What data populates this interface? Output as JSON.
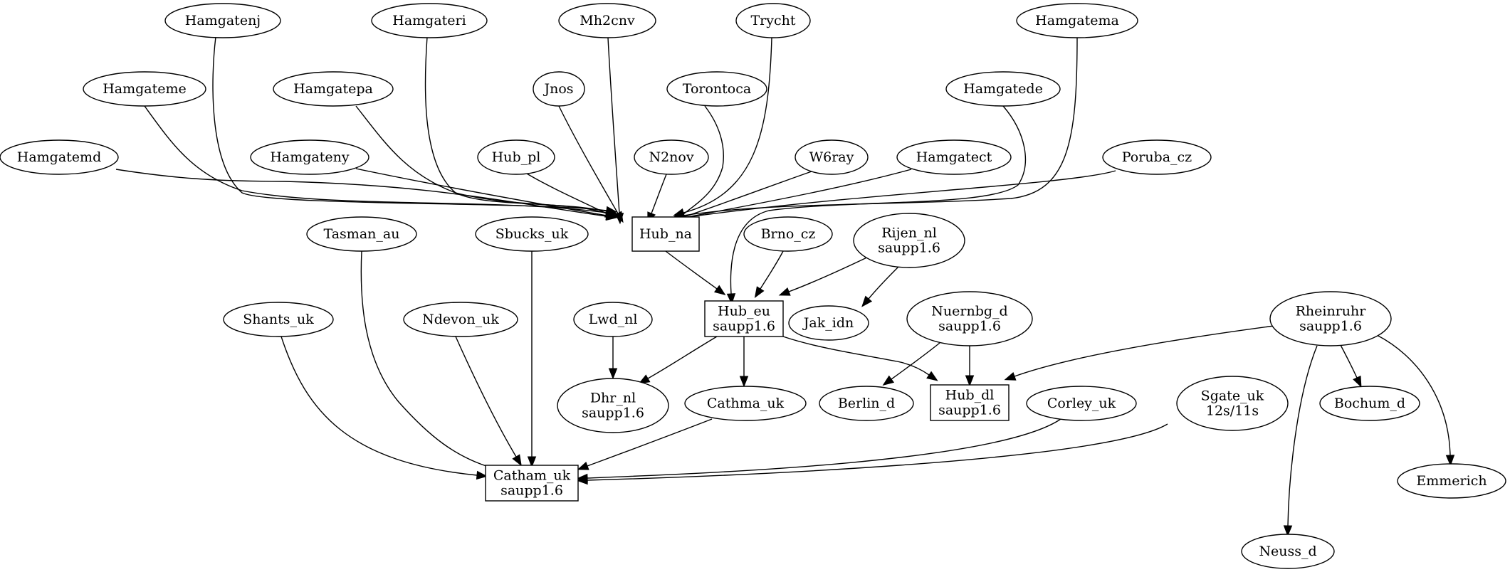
{
  "nodes": [
    {
      "id": "hamgatenj",
      "shape": "ellipse",
      "lines": [
        "Hamgatenj"
      ]
    },
    {
      "id": "hamgateri",
      "shape": "ellipse",
      "lines": [
        "Hamgateri"
      ]
    },
    {
      "id": "mh2cnv",
      "shape": "ellipse",
      "lines": [
        "Mh2cnv"
      ]
    },
    {
      "id": "trycht",
      "shape": "ellipse",
      "lines": [
        "Trycht"
      ]
    },
    {
      "id": "hamgatema",
      "shape": "ellipse",
      "lines": [
        "Hamgatema"
      ]
    },
    {
      "id": "hamgateme",
      "shape": "ellipse",
      "lines": [
        "Hamgateme"
      ]
    },
    {
      "id": "hamgatepa",
      "shape": "ellipse",
      "lines": [
        "Hamgatepa"
      ]
    },
    {
      "id": "jnos",
      "shape": "ellipse",
      "lines": [
        "Jnos"
      ]
    },
    {
      "id": "torontoca",
      "shape": "ellipse",
      "lines": [
        "Torontoca"
      ]
    },
    {
      "id": "hamgatede",
      "shape": "ellipse",
      "lines": [
        "Hamgatede"
      ]
    },
    {
      "id": "hamgatemd",
      "shape": "ellipse",
      "lines": [
        "Hamgatemd"
      ]
    },
    {
      "id": "hamgateny",
      "shape": "ellipse",
      "lines": [
        "Hamgateny"
      ]
    },
    {
      "id": "hub_pl",
      "shape": "ellipse",
      "lines": [
        "Hub_pl"
      ]
    },
    {
      "id": "n2nov",
      "shape": "ellipse",
      "lines": [
        "N2nov"
      ]
    },
    {
      "id": "w6ray",
      "shape": "ellipse",
      "lines": [
        "W6ray"
      ]
    },
    {
      "id": "hamgatect",
      "shape": "ellipse",
      "lines": [
        "Hamgatect"
      ]
    },
    {
      "id": "poruba_cz",
      "shape": "ellipse",
      "lines": [
        "Poruba_cz"
      ]
    },
    {
      "id": "hub_na",
      "shape": "box",
      "lines": [
        "Hub_na"
      ]
    },
    {
      "id": "tasman_au",
      "shape": "ellipse",
      "lines": [
        "Tasman_au"
      ]
    },
    {
      "id": "sbucks_uk",
      "shape": "ellipse",
      "lines": [
        "Sbucks_uk"
      ]
    },
    {
      "id": "brno_cz",
      "shape": "ellipse",
      "lines": [
        "Brno_cz"
      ]
    },
    {
      "id": "rijen_nl",
      "shape": "ellipse",
      "lines": [
        "Rijen_nl",
        "saupp1.6"
      ]
    },
    {
      "id": "shants_uk",
      "shape": "ellipse",
      "lines": [
        "Shants_uk"
      ]
    },
    {
      "id": "ndevon_uk",
      "shape": "ellipse",
      "lines": [
        "Ndevon_uk"
      ]
    },
    {
      "id": "lwd_nl",
      "shape": "ellipse",
      "lines": [
        "Lwd_nl"
      ]
    },
    {
      "id": "hub_eu",
      "shape": "box",
      "lines": [
        "Hub_eu",
        "saupp1.6"
      ]
    },
    {
      "id": "jak_idn",
      "shape": "ellipse",
      "lines": [
        "Jak_idn"
      ]
    },
    {
      "id": "nuernbg_d",
      "shape": "ellipse",
      "lines": [
        "Nuernbg_d",
        "saupp1.6"
      ]
    },
    {
      "id": "rheinruhr",
      "shape": "ellipse",
      "lines": [
        "Rheinruhr",
        "saupp1.6"
      ]
    },
    {
      "id": "dhr_nl",
      "shape": "ellipse",
      "lines": [
        "Dhr_nl",
        "saupp1.6"
      ]
    },
    {
      "id": "cathma_uk",
      "shape": "ellipse",
      "lines": [
        "Cathma_uk"
      ]
    },
    {
      "id": "berlin_d",
      "shape": "ellipse",
      "lines": [
        "Berlin_d"
      ]
    },
    {
      "id": "hub_dl",
      "shape": "box",
      "lines": [
        "Hub_dl",
        "saupp1.6"
      ]
    },
    {
      "id": "corley_uk",
      "shape": "ellipse",
      "lines": [
        "Corley_uk"
      ]
    },
    {
      "id": "sgate_uk",
      "shape": "ellipse",
      "lines": [
        "Sgate_uk",
        "12s/11s"
      ]
    },
    {
      "id": "bochum_d",
      "shape": "ellipse",
      "lines": [
        "Bochum_d"
      ]
    },
    {
      "id": "emmerich",
      "shape": "ellipse",
      "lines": [
        "Emmerich"
      ]
    },
    {
      "id": "catham_uk",
      "shape": "box",
      "lines": [
        "Catham_uk",
        "saupp1.6"
      ]
    },
    {
      "id": "neuss_d",
      "shape": "ellipse",
      "lines": [
        "Neuss_d"
      ]
    }
  ],
  "edges": [
    [
      "hamgatenj",
      "hub_na"
    ],
    [
      "hamgateri",
      "hub_na"
    ],
    [
      "mh2cnv",
      "hub_na"
    ],
    [
      "trycht",
      "hub_na"
    ],
    [
      "hamgatema",
      "hub_na"
    ],
    [
      "hamgateme",
      "hub_na"
    ],
    [
      "hamgatepa",
      "hub_na"
    ],
    [
      "jnos",
      "hub_na"
    ],
    [
      "torontoca",
      "hub_na"
    ],
    [
      "hamgatemd",
      "hub_na"
    ],
    [
      "hamgateny",
      "hub_na"
    ],
    [
      "hub_pl",
      "hub_na"
    ],
    [
      "n2nov",
      "hub_na"
    ],
    [
      "w6ray",
      "hub_na"
    ],
    [
      "hamgatect",
      "hub_na"
    ],
    [
      "poruba_cz",
      "hub_na"
    ],
    [
      "hamgatede",
      "hub_eu"
    ],
    [
      "hub_na",
      "hub_eu"
    ],
    [
      "brno_cz",
      "hub_eu"
    ],
    [
      "rijen_nl",
      "hub_eu"
    ],
    [
      "rijen_nl",
      "jak_idn"
    ],
    [
      "lwd_nl",
      "dhr_nl"
    ],
    [
      "hub_eu",
      "dhr_nl"
    ],
    [
      "hub_eu",
      "cathma_uk"
    ],
    [
      "hub_eu",
      "hub_dl"
    ],
    [
      "nuernbg_d",
      "berlin_d"
    ],
    [
      "nuernbg_d",
      "hub_dl"
    ],
    [
      "rheinruhr",
      "hub_dl"
    ],
    [
      "rheinruhr",
      "bochum_d"
    ],
    [
      "rheinruhr",
      "emmerich"
    ],
    [
      "rheinruhr",
      "neuss_d"
    ],
    [
      "tasman_au",
      "catham_uk"
    ],
    [
      "sbucks_uk",
      "catham_uk"
    ],
    [
      "shants_uk",
      "catham_uk"
    ],
    [
      "ndevon_uk",
      "catham_uk"
    ],
    [
      "cathma_uk",
      "catham_uk"
    ],
    [
      "corley_uk",
      "catham_uk"
    ],
    [
      "sgate_uk",
      "catham_uk"
    ]
  ]
}
